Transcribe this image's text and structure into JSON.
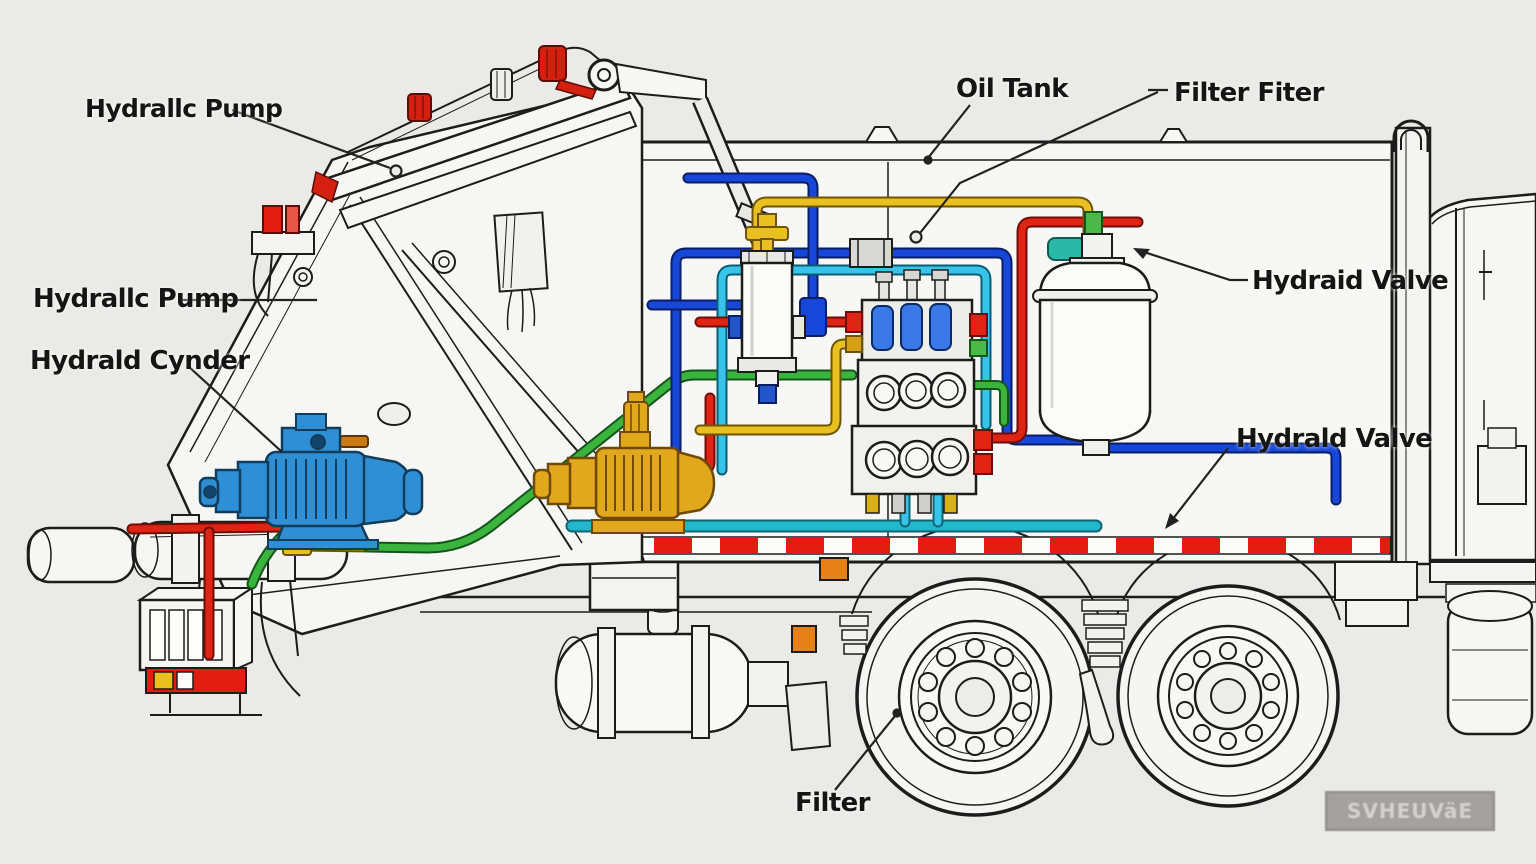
{
  "diagram": {
    "subject": "garbage truck hydraulic system cutaway diagram",
    "labels": {
      "pump_top": "Hydrallc Pump",
      "pump_left": "Hydrallc Pump",
      "cylinder": "Hydrald Cynder",
      "oil_tank": "Oil Tank",
      "filter_top": "Filter Fiter",
      "valve_right_1": "Hydraid Valve",
      "valve_right_2": "Hydrald Valve",
      "filter_bottom": "Filter"
    },
    "watermark": {
      "text": "SVHEUVäE"
    },
    "colors": {
      "background": "#eaeae8",
      "line": "#1c1c1c",
      "hose_red": "#e02414",
      "hose_blue": "#1747d8",
      "hose_cyan": "#38c4e8",
      "hose_teal": "#22b8cc",
      "hose_green": "#3ab43c",
      "hose_yellow": "#e8c020",
      "pump_blue": "#2f8fd4",
      "pump_yellow": "#e2a81c",
      "stripe_red": "#e21d10",
      "marker_orange": "#e88018",
      "cap_red": "#d42010"
    }
  }
}
